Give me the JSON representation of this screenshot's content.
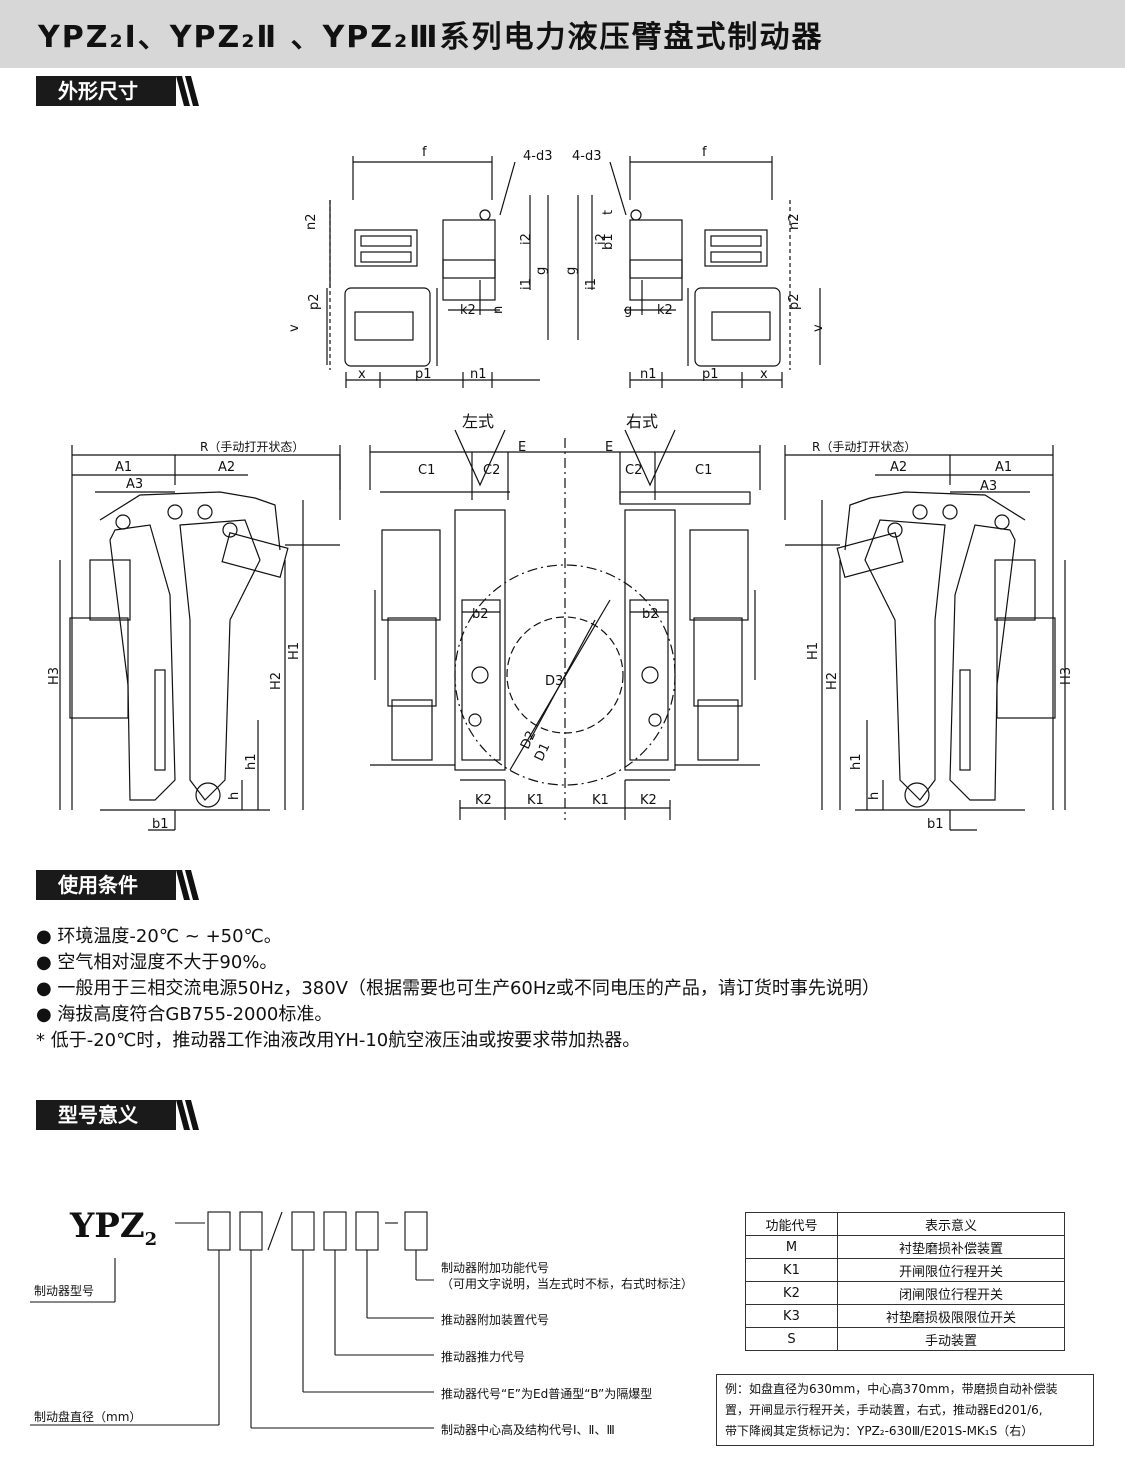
{
  "page": {
    "title": "YPZ₂I、YPZ₂Ⅱ 、YPZ₂Ⅲ系列电力液压臂盘式制动器"
  },
  "sections": {
    "dimensions": "外形尺寸",
    "conditions": "使用条件",
    "model": "型号意义"
  },
  "drawing_labels": {
    "f_left": "f",
    "f_right": "f",
    "d3_left": "4-d3",
    "d3_right": "4-d3",
    "n2": "n2",
    "i2": "i2",
    "i1": "i1",
    "g": "g",
    "p2": "p2",
    "v": "v",
    "k2": "k2",
    "n": "n",
    "t": "t",
    "b1_top": "b1",
    "x": "x",
    "p1": "p1",
    "n1": "n1",
    "left_type": "左式",
    "right_type": "右式",
    "r_manual": "R（手动打开状态）",
    "a1": "A1",
    "a2": "A2",
    "a3": "A3",
    "c1": "C1",
    "c2": "C2",
    "e": "E",
    "h1": "H1",
    "h2": "H2",
    "h3": "H3",
    "h1_small": "h1",
    "h_small": "h",
    "b1": "b1",
    "b2": "b2",
    "d1": "D1",
    "d2": "D2",
    "d3": "D3",
    "k1": "K1",
    "k2_big": "K2"
  },
  "conditions": [
    "● 环境温度-20℃ ~ +50℃。",
    "● 空气相对湿度不大于90%。",
    "● 一般用于三相交流电源50Hz，380V（根据需要也可生产60Hz或不同电压的产品，请订货时事先说明）",
    "● 海拔高度符合GB755-2000标准。",
    "* 低于-20℃时，推动器工作油液改用YH-10航空液压油或按要求带加热器。"
  ],
  "model": {
    "code": "YPZ",
    "code_sub": "2",
    "brake_type": "制动器型号",
    "disc_diameter": "制动盘直径（mm）",
    "annotations": [
      "制动器附加功能代号",
      "（可用文字说明，当左式时不标，右式时标注）",
      "推动器附加装置代号",
      "推动器推力代号",
      "推动器代号“E”为Ed普通型“B”为隔爆型",
      "制动器中心高及结构代号Ⅰ、Ⅱ、Ⅲ"
    ]
  },
  "function_table": {
    "headers": [
      "功能代号",
      "表示意义"
    ],
    "rows": [
      [
        "M",
        "衬垫磨损补偿装置"
      ],
      [
        "K1",
        "开闸限位行程开关"
      ],
      [
        "K2",
        "闭闸限位行程开关"
      ],
      [
        "K3",
        "衬垫磨损极限限位开关"
      ],
      [
        "S",
        "手动装置"
      ]
    ]
  },
  "example": [
    "例：如盘直径为630mm，中心高370mm，带磨损自动补偿装",
    "置，开闸显示行程开关，手动装置，右式，推动器Ed201/6,",
    "带下降阀其定货标记为：YPZ₂-630Ⅲ/E201S-MK₁S（右）"
  ]
}
